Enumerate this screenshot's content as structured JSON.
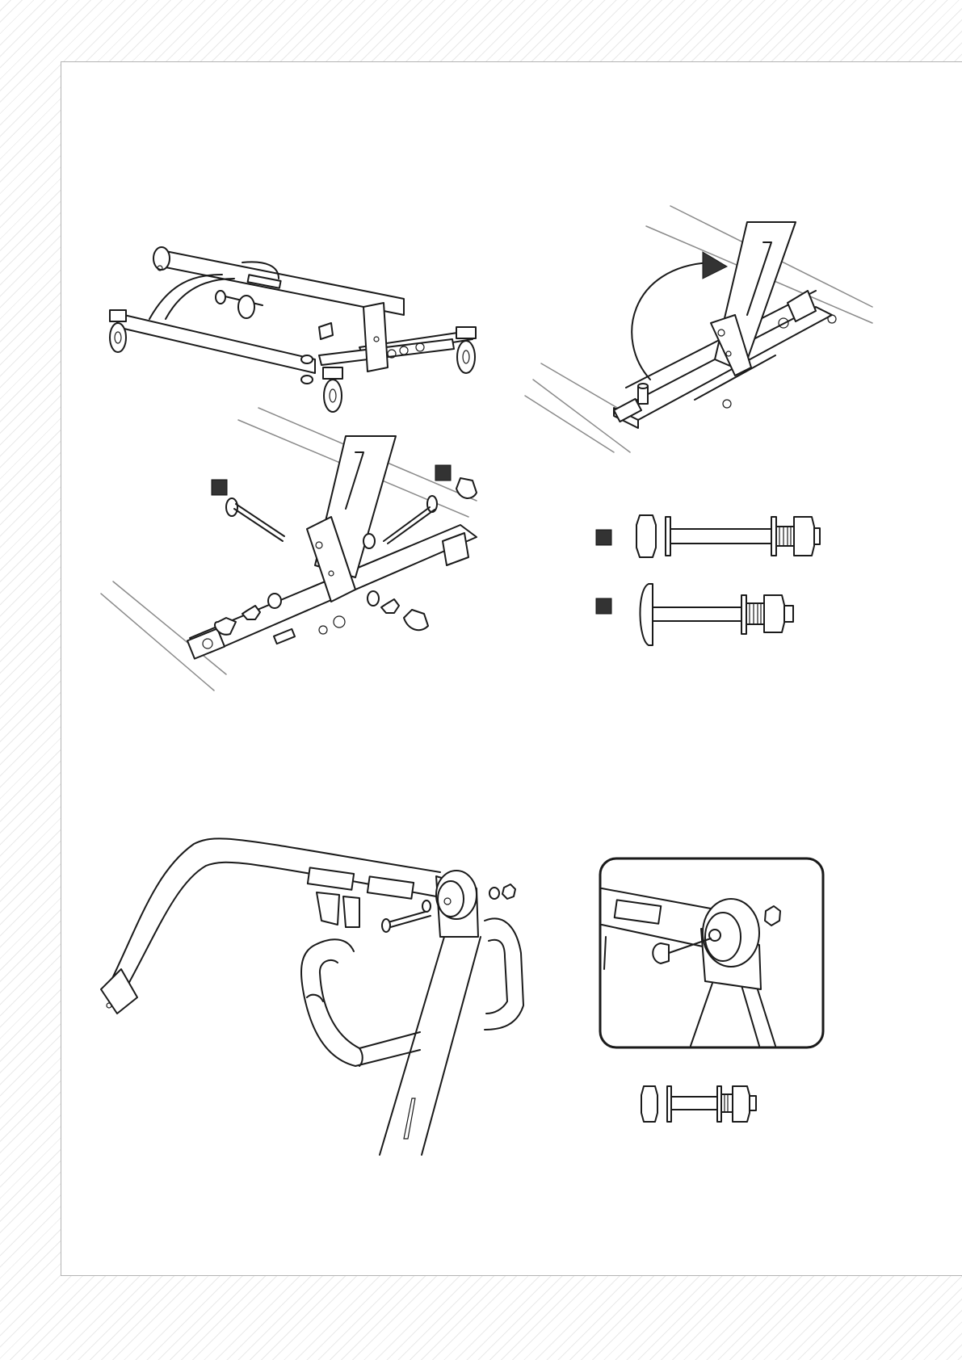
{
  "page": {
    "title": ""
  },
  "figures": [
    {
      "name": "base-frame-with-casters"
    },
    {
      "name": "upright-rotate-into-position"
    },
    {
      "name": "upright-bolt-attachment"
    },
    {
      "name": "hardware-bolts-legend",
      "items": [
        "bolt-hex-head",
        "bolt-carriage-head"
      ]
    },
    {
      "name": "handle-frame-attachment"
    },
    {
      "name": "pulley-detail-inset"
    },
    {
      "name": "hardware-bolt-single"
    }
  ],
  "colors": {
    "line": "#1a1a1a",
    "marker": "#333333",
    "border": "#b3b3b3",
    "background": "#ffffff"
  }
}
